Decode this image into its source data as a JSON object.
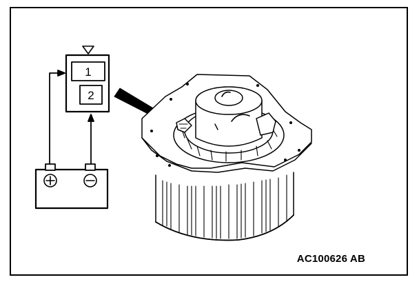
{
  "connector": {
    "pin_1": "1",
    "pin_2": "2"
  },
  "battery": {
    "positive_terminal": "+",
    "negative_terminal": "−"
  },
  "figure_code": "AC100626 AB"
}
